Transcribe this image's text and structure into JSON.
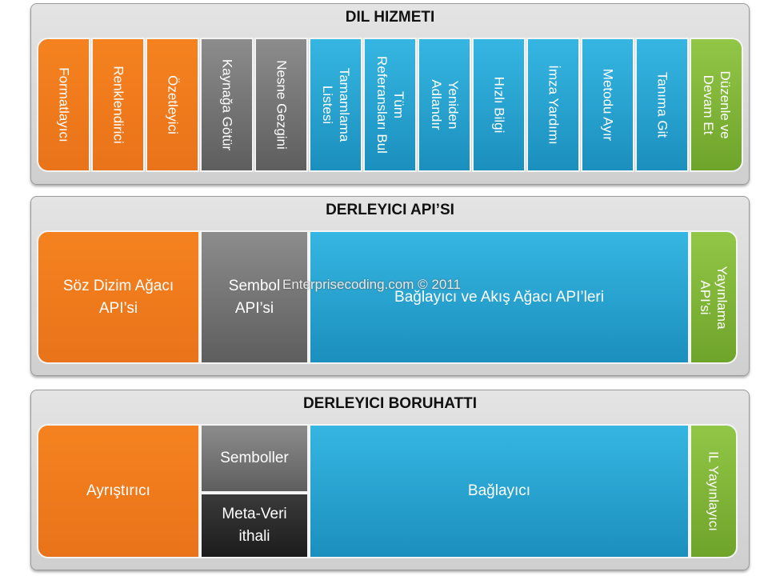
{
  "language_service": {
    "title": "DIL HIZMETI",
    "items": [
      {
        "label": "Formatlayıcı"
      },
      {
        "label": "Renklendirici"
      },
      {
        "label": "Özetleyici"
      },
      {
        "label": "Kaynağa Götür"
      },
      {
        "label": "Nesne Gezgini"
      },
      {
        "label": "Tamamlama\nListesi"
      },
      {
        "label": "Tüm\nReferansları Bul"
      },
      {
        "label": "Yeniden\nAdlandır"
      },
      {
        "label": "Hızlı Bilgi"
      },
      {
        "label": "İmza Yardımı"
      },
      {
        "label": "Metodu Ayır"
      },
      {
        "label": "Tanıma Git"
      },
      {
        "label": "Düzenle ve\nDevam Et"
      }
    ]
  },
  "compiler_api": {
    "title": "DERLEYICI API’SI",
    "syntax": "Söz Dizim Ağacı\nAPI’si",
    "symbol": "Sembol\nAPI’si",
    "binding": "Bağlayıcı ve Akış Ağacı API’leri",
    "emit": "Yayınlama\nAPI’si"
  },
  "compiler_pipeline": {
    "title": "DERLEYICI BORUHATTI",
    "parser": "Ayrıştırıcı",
    "symbols": "Semboller",
    "metadata": "Meta-Veri\nithali",
    "binder": "Bağlayıcı",
    "il_emitter": "IL Yayınlayıcı"
  },
  "watermark": "Enterprisecoding.com © 2011"
}
